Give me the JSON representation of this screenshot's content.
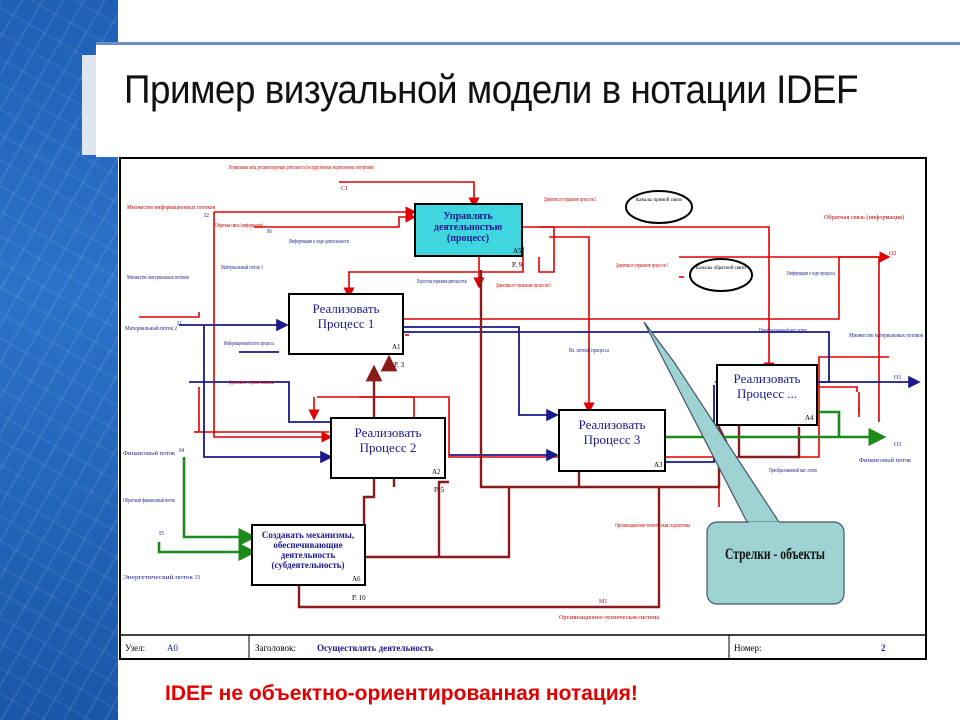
{
  "slide": {
    "title": "Пример визуальной модели в нотации IDEF",
    "footer": "IDEF не объектно-ориентированная нотация!"
  },
  "colors": {
    "sidebar": "#1f5fb4",
    "control_arrows": "#e00000",
    "input_arrows": "#1a1a8c",
    "mechanism_arrows": "#8b1a1a",
    "finance_arrows": "#1b8a1b",
    "callout_fill": "#9fd3d3",
    "highlight_box": "#3fd6e0",
    "footer_text": "#e00000"
  },
  "diagram": {
    "boxes": [
      {
        "id": "a5",
        "title": "Управлять деятельностью (процесс)",
        "code": "A5",
        "ref": "P. 9"
      },
      {
        "id": "a1",
        "title": "Реализовать Процесс 1",
        "code": "A1",
        "ref": "P. 3"
      },
      {
        "id": "a2",
        "title": "Реализовать Процесс 2",
        "code": "A2",
        "ref": "P. 5"
      },
      {
        "id": "a3",
        "title": "Реализовать Процесс 3",
        "code": "A3",
        "ref": ""
      },
      {
        "id": "a4",
        "title": "Реализовать Процесс ...",
        "code": "A4",
        "ref": ""
      },
      {
        "id": "a6",
        "title": "Создавать механизмы, обеспечивающие деятельность (субдеятельность)",
        "code": "A6",
        "ref": "P. 10"
      }
    ],
    "labels": {
      "norm": "Нормативные акты, регламентирующие деятельность (государственные, ведомственные, внутренние)",
      "c1": "C1",
      "mnozh_info": "Множество информационных потоков",
      "i2": "I2",
      "obr_svyaz_info": "Обратная связь (информация)",
      "i6": "I6",
      "info_hod": "Информация о ходе деятельности",
      "direct_a": "Директивы по управлению процессом 2",
      "kanaly_pryamoy": "Каналы прямой связи",
      "obr_svyaz_right": "Обратная связь (информация)",
      "o2": "O2",
      "mat_potok1": "Материальный поток 1",
      "podsistema": "Подсистема управления деятельностью",
      "direct_proc1": "Директивы по управлению процессом 1",
      "direct_proc3": "Директивы по управлению процессом 3",
      "kanaly_obr": "Каналы обратной связи",
      "info_process": "Информация о ходе процесса",
      "mnozh_mat": "Множество материальных потоков",
      "i1": "I1",
      "mat_potok2": "Материальный поток 2",
      "info_potok": "Информационный поток процесса",
      "vkh_potoki": "Вх. потоки процесса",
      "preobr_mat": "Преобразованный мат. поток",
      "mnozh_mat_out": "Множество материальных потоков",
      "o1": "O1",
      "direct_sozd": "Директивы по созданию механизма",
      "fin_potok": "Финансовый поток",
      "i4": "I4",
      "o3": "O3",
      "fin_potok_out": "Финансовый поток",
      "preobr_mat2": "Преобразованный мат. поток",
      "obr_fin": "Обратный финансовый поток",
      "i5": "I5",
      "org_tech": "Организационно-техническая подсистема",
      "energ": "Энергетический поток",
      "i3": "I3",
      "m1": "M1",
      "org_tech2": "Организационно-техническая система"
    },
    "callout": "Стрелки - объекты",
    "title_bar": {
      "node_label": "Узел:",
      "node_value": "A0",
      "header_label": "Заголовок:",
      "header_value": "Осуществлять деятельность",
      "number_label": "Номер:",
      "number_value": "2"
    }
  }
}
